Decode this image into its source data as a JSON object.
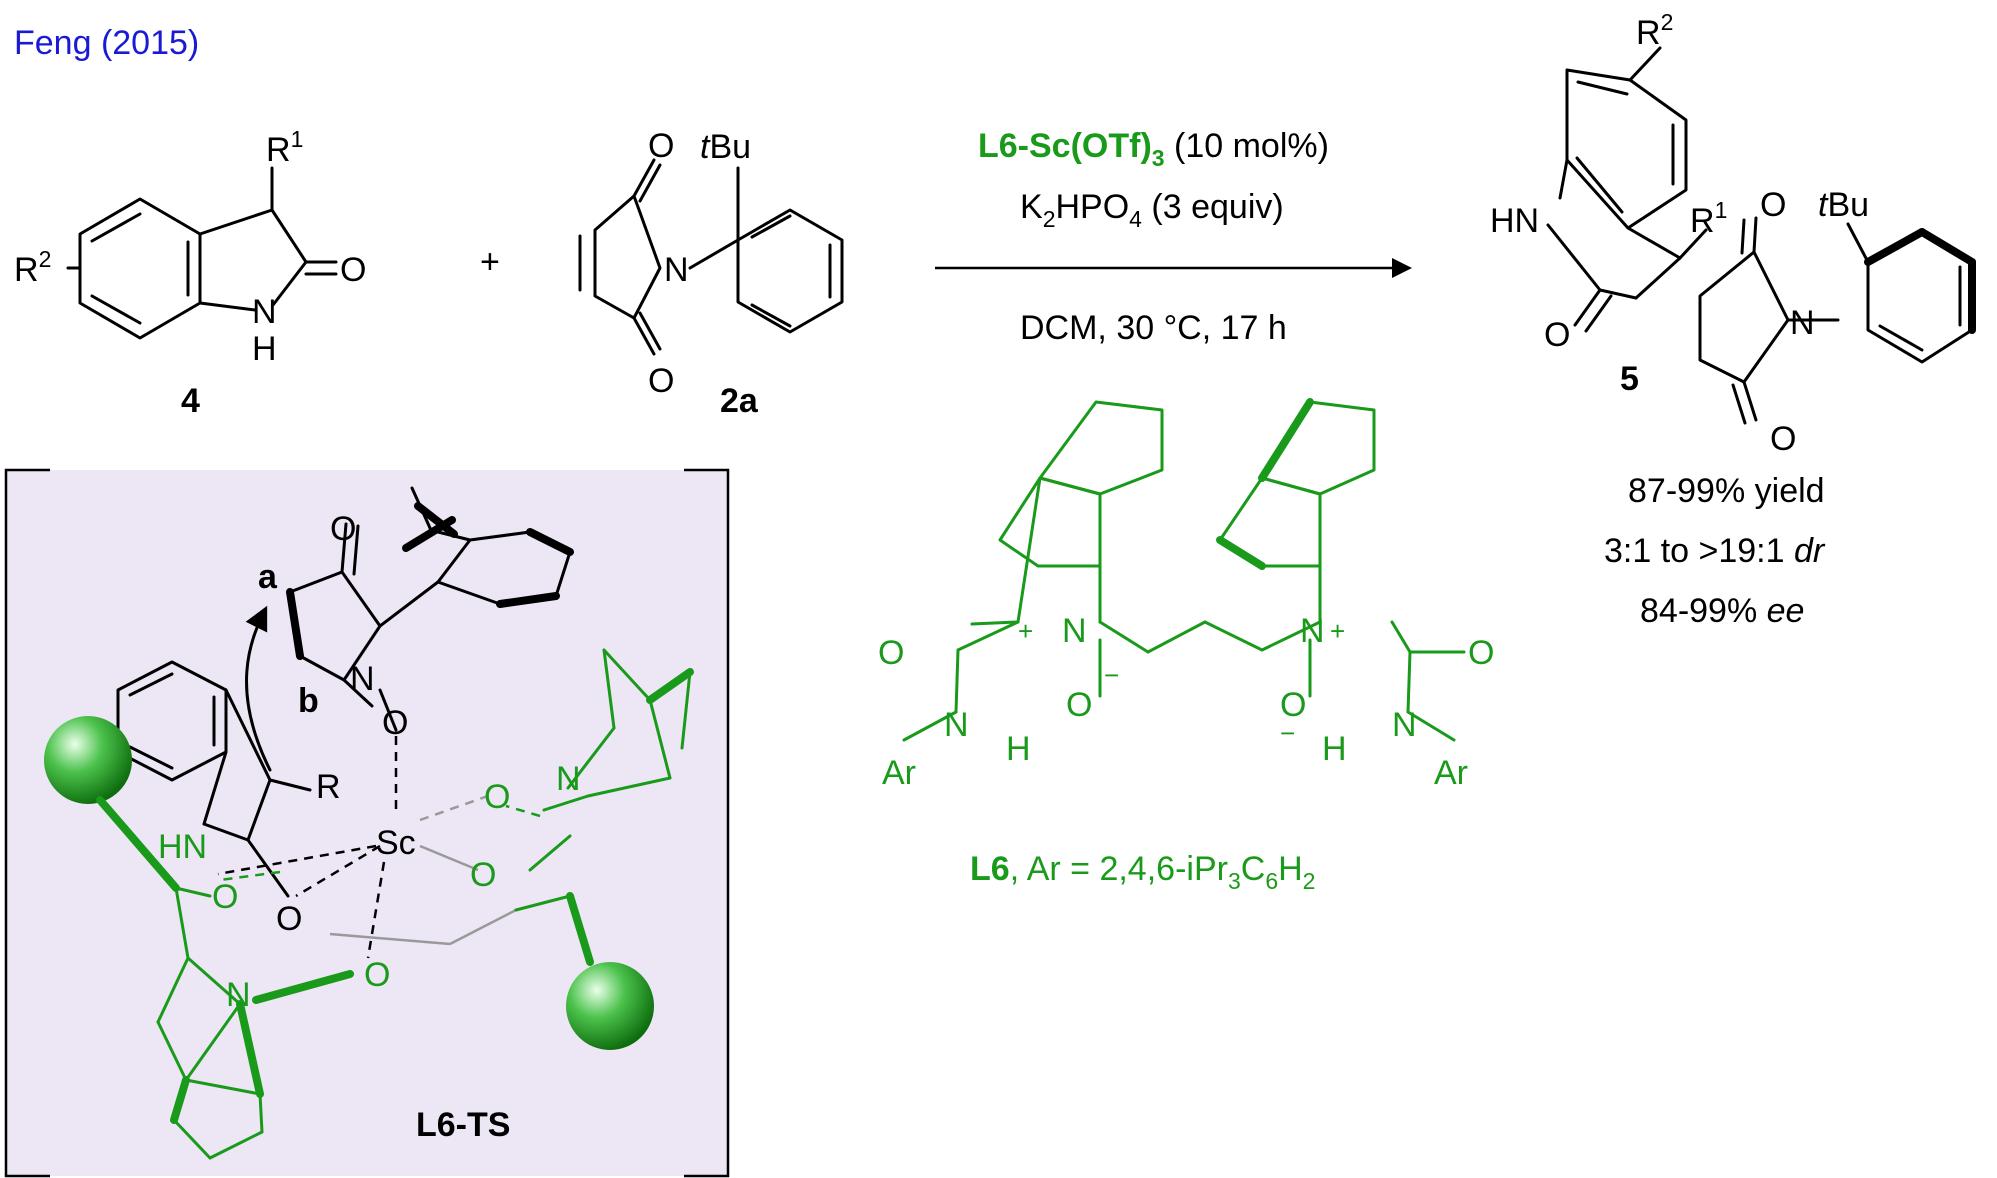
{
  "header": {
    "citation": "Feng (2015)"
  },
  "compounds": {
    "oxindole": {
      "number": "4",
      "r1": "R",
      "r1_sup": "1",
      "r2": "R",
      "r2_sup": "2",
      "o": "O",
      "n": "N",
      "h": "H"
    },
    "maleimide": {
      "number": "2a",
      "tbu_t": "t",
      "tbu": "Bu",
      "o_top": "O",
      "o_bottom": "O",
      "n": "N"
    },
    "product": {
      "number": "5",
      "hn": "HN",
      "r1": "R",
      "r1_sup": "1",
      "r2": "R",
      "r2_sup": "2",
      "o1": "O",
      "o2": "O",
      "o3": "O",
      "n": "N",
      "tbu_t": "t",
      "tbu": "Bu"
    }
  },
  "plus": "+",
  "conditions": {
    "catalyst": "L6-Sc(OTf)",
    "catalyst_sub": "3",
    "loading": " (10 mol%)",
    "base_k": "K",
    "base_k_sub": "2",
    "base_hpo": "HPO",
    "base_hpo_sub": "4",
    "base_equiv": " (3 equiv)",
    "solvent": "DCM, 30 °C, 17 h"
  },
  "results": {
    "yield": "87-99% yield",
    "dr_value": "3:1 to >19:1 ",
    "dr_unit": "dr",
    "ee_value": "84-99% ",
    "ee_unit": "ee"
  },
  "ligand": {
    "name": "L6",
    "ar_def": ", Ar = 2,4,6-iPr",
    "sub3": "3",
    "c6": "C",
    "sub6": "6",
    "h": "H",
    "sub2": "2",
    "o_left": "O",
    "n_left": "N",
    "h_left": "H",
    "ar_left": "Ar",
    "o_n_left": "O",
    "o_right": "O",
    "n_right": "N",
    "h_right": "H",
    "ar_right": "Ar",
    "o_n_right": "O",
    "plus": "+",
    "minus": "−"
  },
  "ts": {
    "label": "L6-TS",
    "site_a": "a",
    "site_b": "b",
    "sc": "Sc",
    "hn": "HN",
    "r": "R",
    "o_imide_top": "O",
    "o_imide_bottom": "O",
    "n_imide": "N",
    "o_enolate": "O",
    "o_amide_left": "O",
    "o_amide_right": "O",
    "o_noxide_left": "O",
    "o_noxide_right": "O",
    "n_left": "N",
    "n_right": "N"
  },
  "colors": {
    "green": "#1a9a1a",
    "blue": "#1a1ad6",
    "ts_background": "#ece6f5"
  }
}
